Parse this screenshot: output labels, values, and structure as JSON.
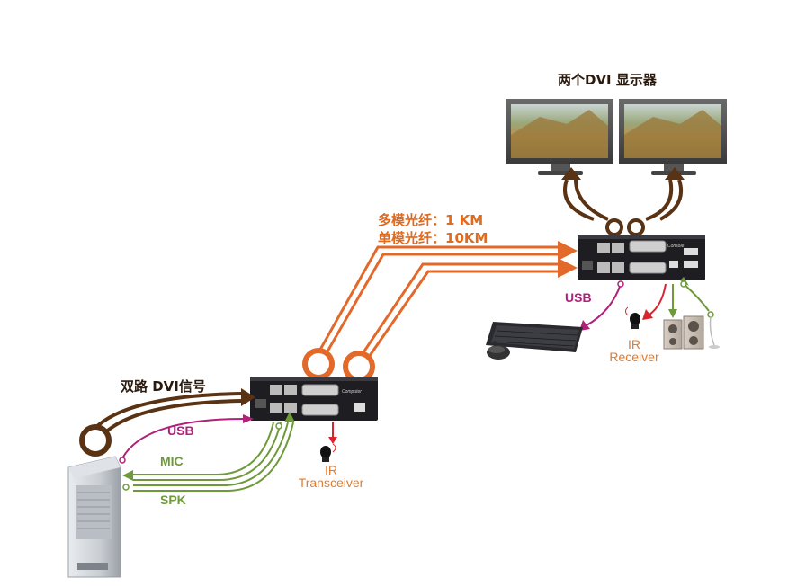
{
  "labels": {
    "monitors_title": "两个DVI 显示器",
    "fiber_multimode": "多模光纤：1 KM",
    "fiber_singlemode": "单模光纤：10KM",
    "dual_dvi": "双路 DVI信号",
    "usb_left": "USB",
    "mic": "MIC",
    "spk": "SPK",
    "usb_right": "USB",
    "ir_transceiver_line1": "IR",
    "ir_transceiver_line2": "Transceiver",
    "ir_receiver_line1": "IR",
    "ir_receiver_line2": "Receiver"
  },
  "devices": {
    "transmitter_tag": "Computer",
    "receiver_tag": "Console"
  },
  "colors": {
    "dvi_cable": "#5a3214",
    "fiber": "#e2692a",
    "usb": "#b0217a",
    "audio": "#6e9a3a",
    "ir": "#d9232e",
    "device_body": "#1e1e22"
  }
}
